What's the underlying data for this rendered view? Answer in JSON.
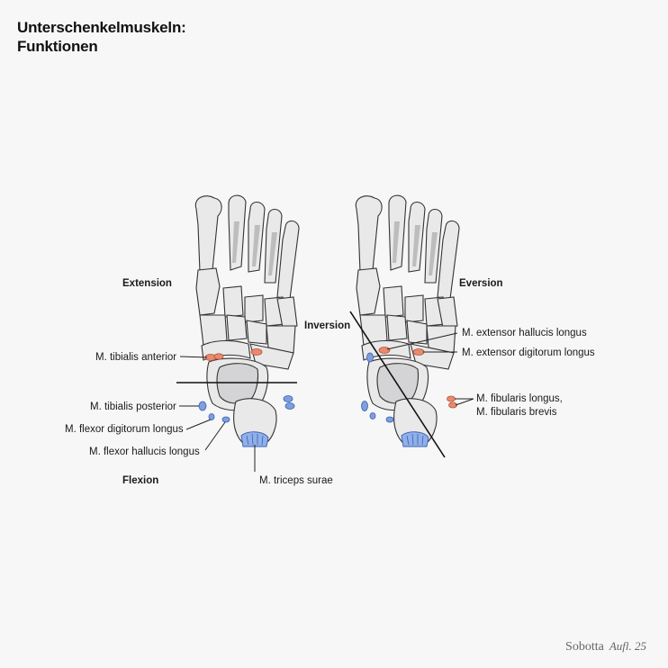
{
  "title": {
    "line1": "Unterschenkelmuskeln:",
    "line2": "Funktionen"
  },
  "left_foot": {
    "extension_label": "Extension",
    "flexion_label": "Flexion",
    "muscles": {
      "tibialis_anterior": "M. tibialis anterior",
      "tibialis_posterior": "M. tibialis posterior",
      "flexor_digitorum_longus": "M. flexor digitorum longus",
      "flexor_hallucis_longus": "M. flexor hallucis longus",
      "triceps_surae": "M. triceps surae"
    }
  },
  "right_foot": {
    "eversion_label": "Eversion",
    "inversion_label": "Inversion",
    "muscles": {
      "extensor_hallucis_longus": "M. extensor hallucis longus",
      "extensor_digitorum_longus": "M. extensor digitorum longus",
      "fibularis_line1": "M. fibularis longus,",
      "fibularis_line2": "M. fibularis brevis"
    }
  },
  "colors": {
    "extensor_red": "#e98a6e",
    "flexor_blue": "#7d9fe0",
    "bone_fill": "#e9e9ea",
    "background": "#f7f7f8"
  },
  "footer": {
    "brand": "Sobotta",
    "edition": "Aufl. 25"
  }
}
